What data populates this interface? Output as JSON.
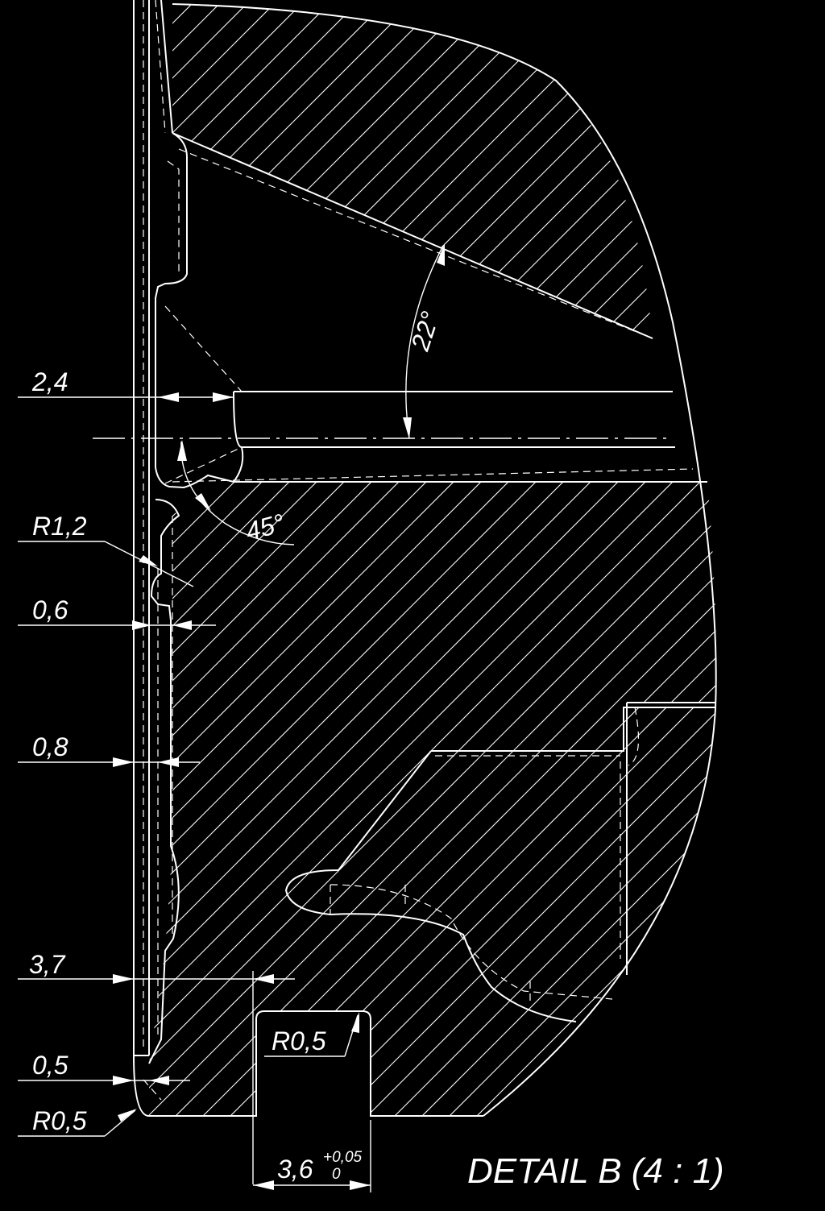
{
  "title": "DETAIL B  (4 : 1)",
  "dimensions": {
    "d_2_4": "2,4",
    "d_r1_2": "R1,2",
    "d_0_6": "0,6",
    "d_0_8": "0,8",
    "d_3_7": "3,7",
    "d_0_5": "0,5",
    "d_r0_5_left": "R0,5",
    "d_r0_5_slot": "R0,5",
    "d_3_6": "3,6",
    "tol_upper": "+0,05",
    "tol_lower": "0",
    "angle_22": "22°",
    "angle_45": "45°"
  },
  "colors": {
    "background": "#000000",
    "line": "#ffffff"
  }
}
